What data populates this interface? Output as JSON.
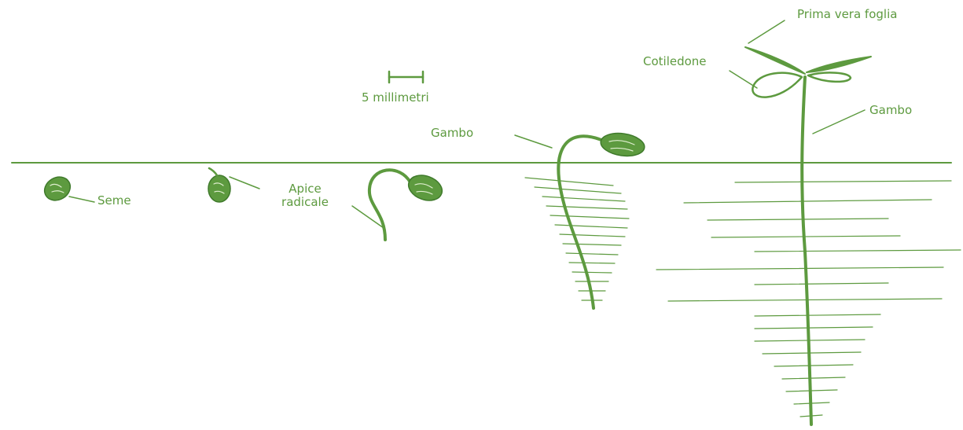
{
  "diagram": {
    "labels": {
      "scale": "5 millimetri",
      "seme": "Seme",
      "apice_line1": "Apice",
      "apice_line2": "radicale",
      "gambo_1": "Gambo",
      "cotiledone": "Cotiledone",
      "prima_vera_foglia": "Prima vera foglia",
      "gambo_2": "Gambo"
    },
    "colors": {
      "ink": "#5d9a3f",
      "ink_dark": "#3f7a2b",
      "background": "#ffffff"
    }
  }
}
